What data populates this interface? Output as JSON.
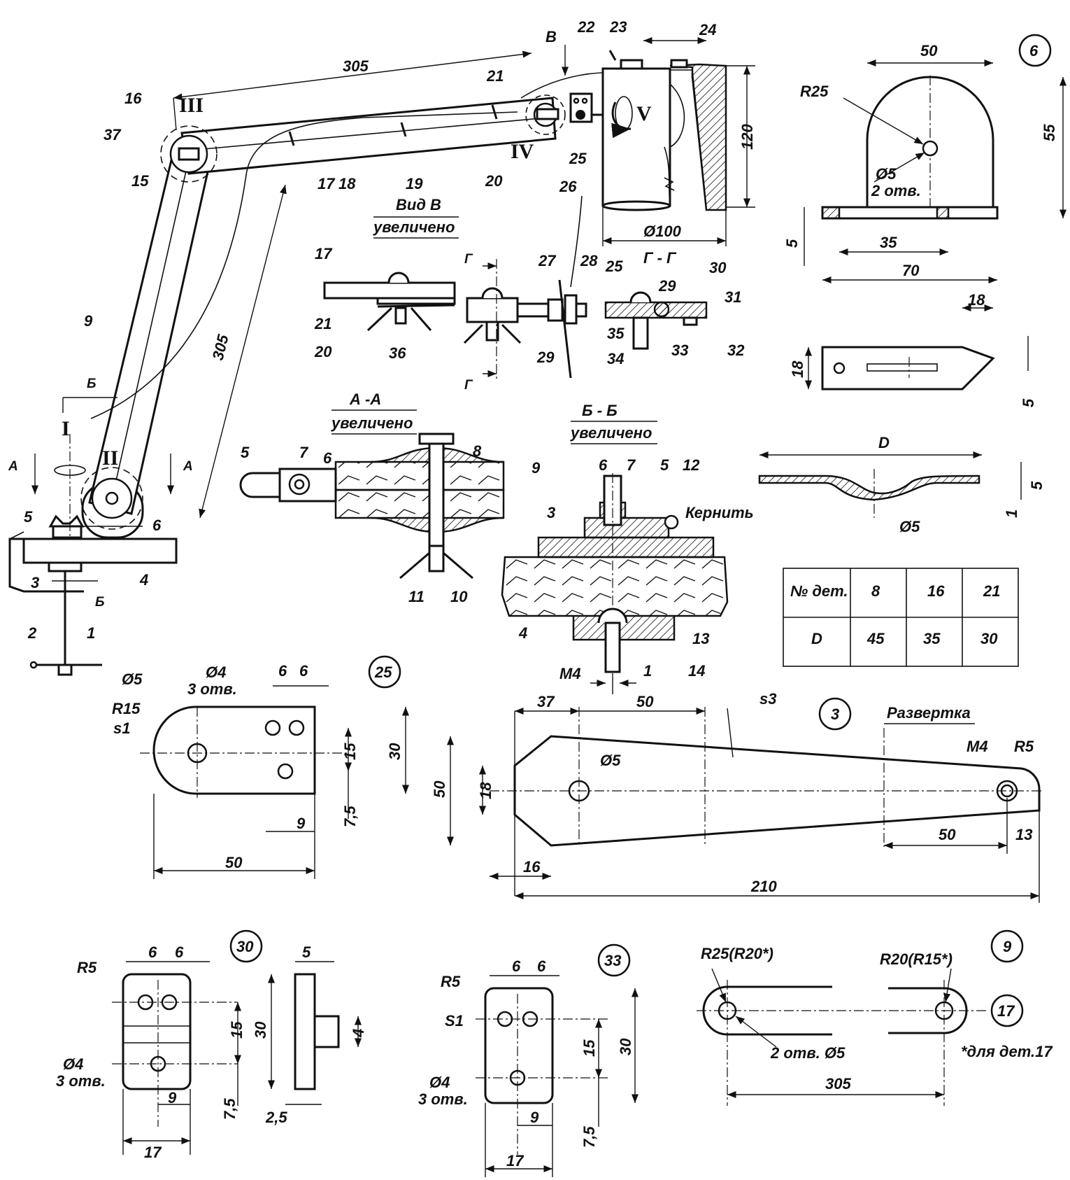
{
  "parts": {
    "p1": "1",
    "p2": "2",
    "p3": "3",
    "p4": "4",
    "p5": "5",
    "p6": "6",
    "p7": "7",
    "p8": "8",
    "p9": "9",
    "p10": "10",
    "p11": "11",
    "p12": "12",
    "p13": "13",
    "p14": "14",
    "p15": "15",
    "p16": "16",
    "p17": "17",
    "p18": "18",
    "p19": "19",
    "p20": "20",
    "p21": "21",
    "p22": "22",
    "p23": "23",
    "p24": "24",
    "p25": "25",
    "p26": "26",
    "p27": "27",
    "p28": "28",
    "p29": "29",
    "p30": "30",
    "p31": "31",
    "p32": "32",
    "p33": "33",
    "p34": "34",
    "p35": "35",
    "p36": "36",
    "p37": "37"
  },
  "roman": {
    "r1": "I",
    "r2": "II",
    "r3": "III",
    "r4": "IV",
    "r5": "V"
  },
  "section_letters": {
    "A": "А",
    "B": "Б",
    "V": "В",
    "G": "Г"
  },
  "views": {
    "view_b": "Вид В",
    "enlarged": "увеличено",
    "aa": "А -А",
    "bb": "Б - Б",
    "gg": "Г - Г",
    "development": "Развертка",
    "punch": "Кернить"
  },
  "dims": {
    "d305": "305",
    "d120": "120",
    "d100": "Ø100",
    "d50": "50",
    "d55": "55",
    "d35": "35",
    "d70": "70",
    "d5": "5",
    "d18": "18",
    "dD": "D",
    "d1": "1",
    "dO5": "Ø5",
    "dO4": "Ø4",
    "dR25": "R25",
    "dR15": "R15",
    "dR5": "R5",
    "dM4": "M4",
    "d37": "37",
    "d6": "6",
    "d15": "15",
    "d30": "30",
    "d7_5": "7,5",
    "d9": "9",
    "d16": "16",
    "d210": "210",
    "d13": "13",
    "d17": "17",
    "d4": "4",
    "d2_5": "2,5",
    "s1": "s1",
    "S1": "S1",
    "s3": "s3",
    "holes2": "2 отв.",
    "holes3": "3 отв.",
    "holes2_5": "2 отв. Ø5",
    "r25_20": "R25(R20*)",
    "r20_15": "R20(R15*)",
    "note17": "*для дет.17"
  },
  "table": {
    "header": "№ дет.",
    "row_label": "D",
    "parts": [
      "8",
      "16",
      "21"
    ],
    "values": [
      "45",
      "35",
      "30"
    ]
  }
}
